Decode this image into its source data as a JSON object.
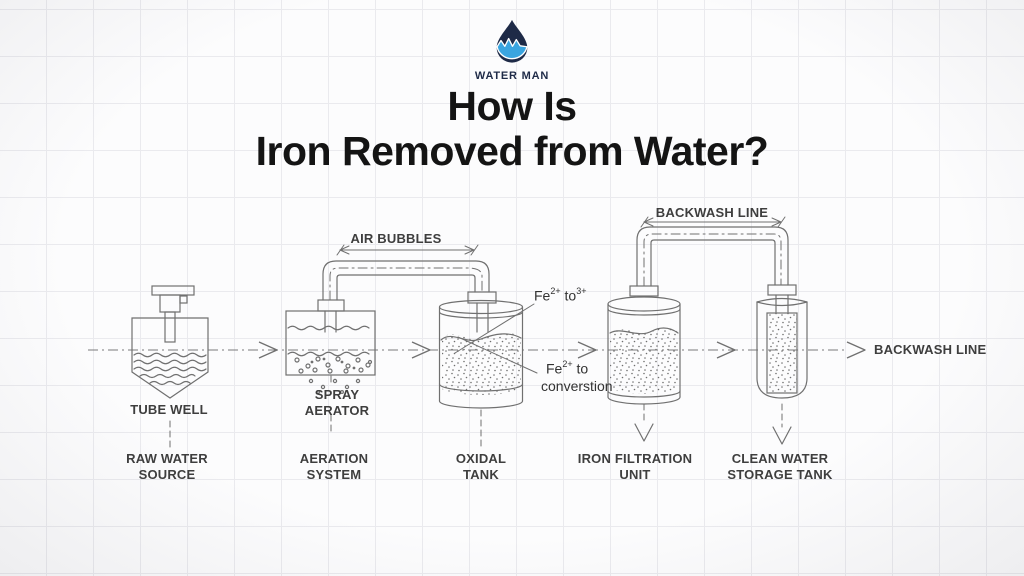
{
  "logo": {
    "brand": "WATER MAN"
  },
  "title": {
    "line1": "How Is",
    "line2": "Iron Removed from Water?"
  },
  "diagram": {
    "labels": {
      "air_bubbles": "AIR BUBBLES",
      "backwash_top": "BACKWASH LINE",
      "backwash_right": "BACKWASH LINE",
      "tube_well": "TUBE WELL",
      "spray_aerator": "SPRAY\nAERATOR",
      "raw_water": "RAW WATER\nSOURCE",
      "aeration": "AERATION\nSYSTEM",
      "oxidal": "OXIDAL\nTANK",
      "iron_filtration": "IRON FILTRATION\nUNIT",
      "clean_water": "CLEAN WATER\nSTORAGE TANK",
      "fe_top": {
        "base": "Fe",
        "sup1": "2+",
        "mid": " to",
        "sup2": "3+"
      },
      "fe_conv": {
        "base": "Fe",
        "sup": "2+",
        "post": " to",
        "line2": "converstion"
      }
    },
    "colors": {
      "line": "#707070",
      "label": "#3e3e3e",
      "brand_navy": "#1e2a47",
      "brand_blue": "#3aa5e0"
    }
  }
}
